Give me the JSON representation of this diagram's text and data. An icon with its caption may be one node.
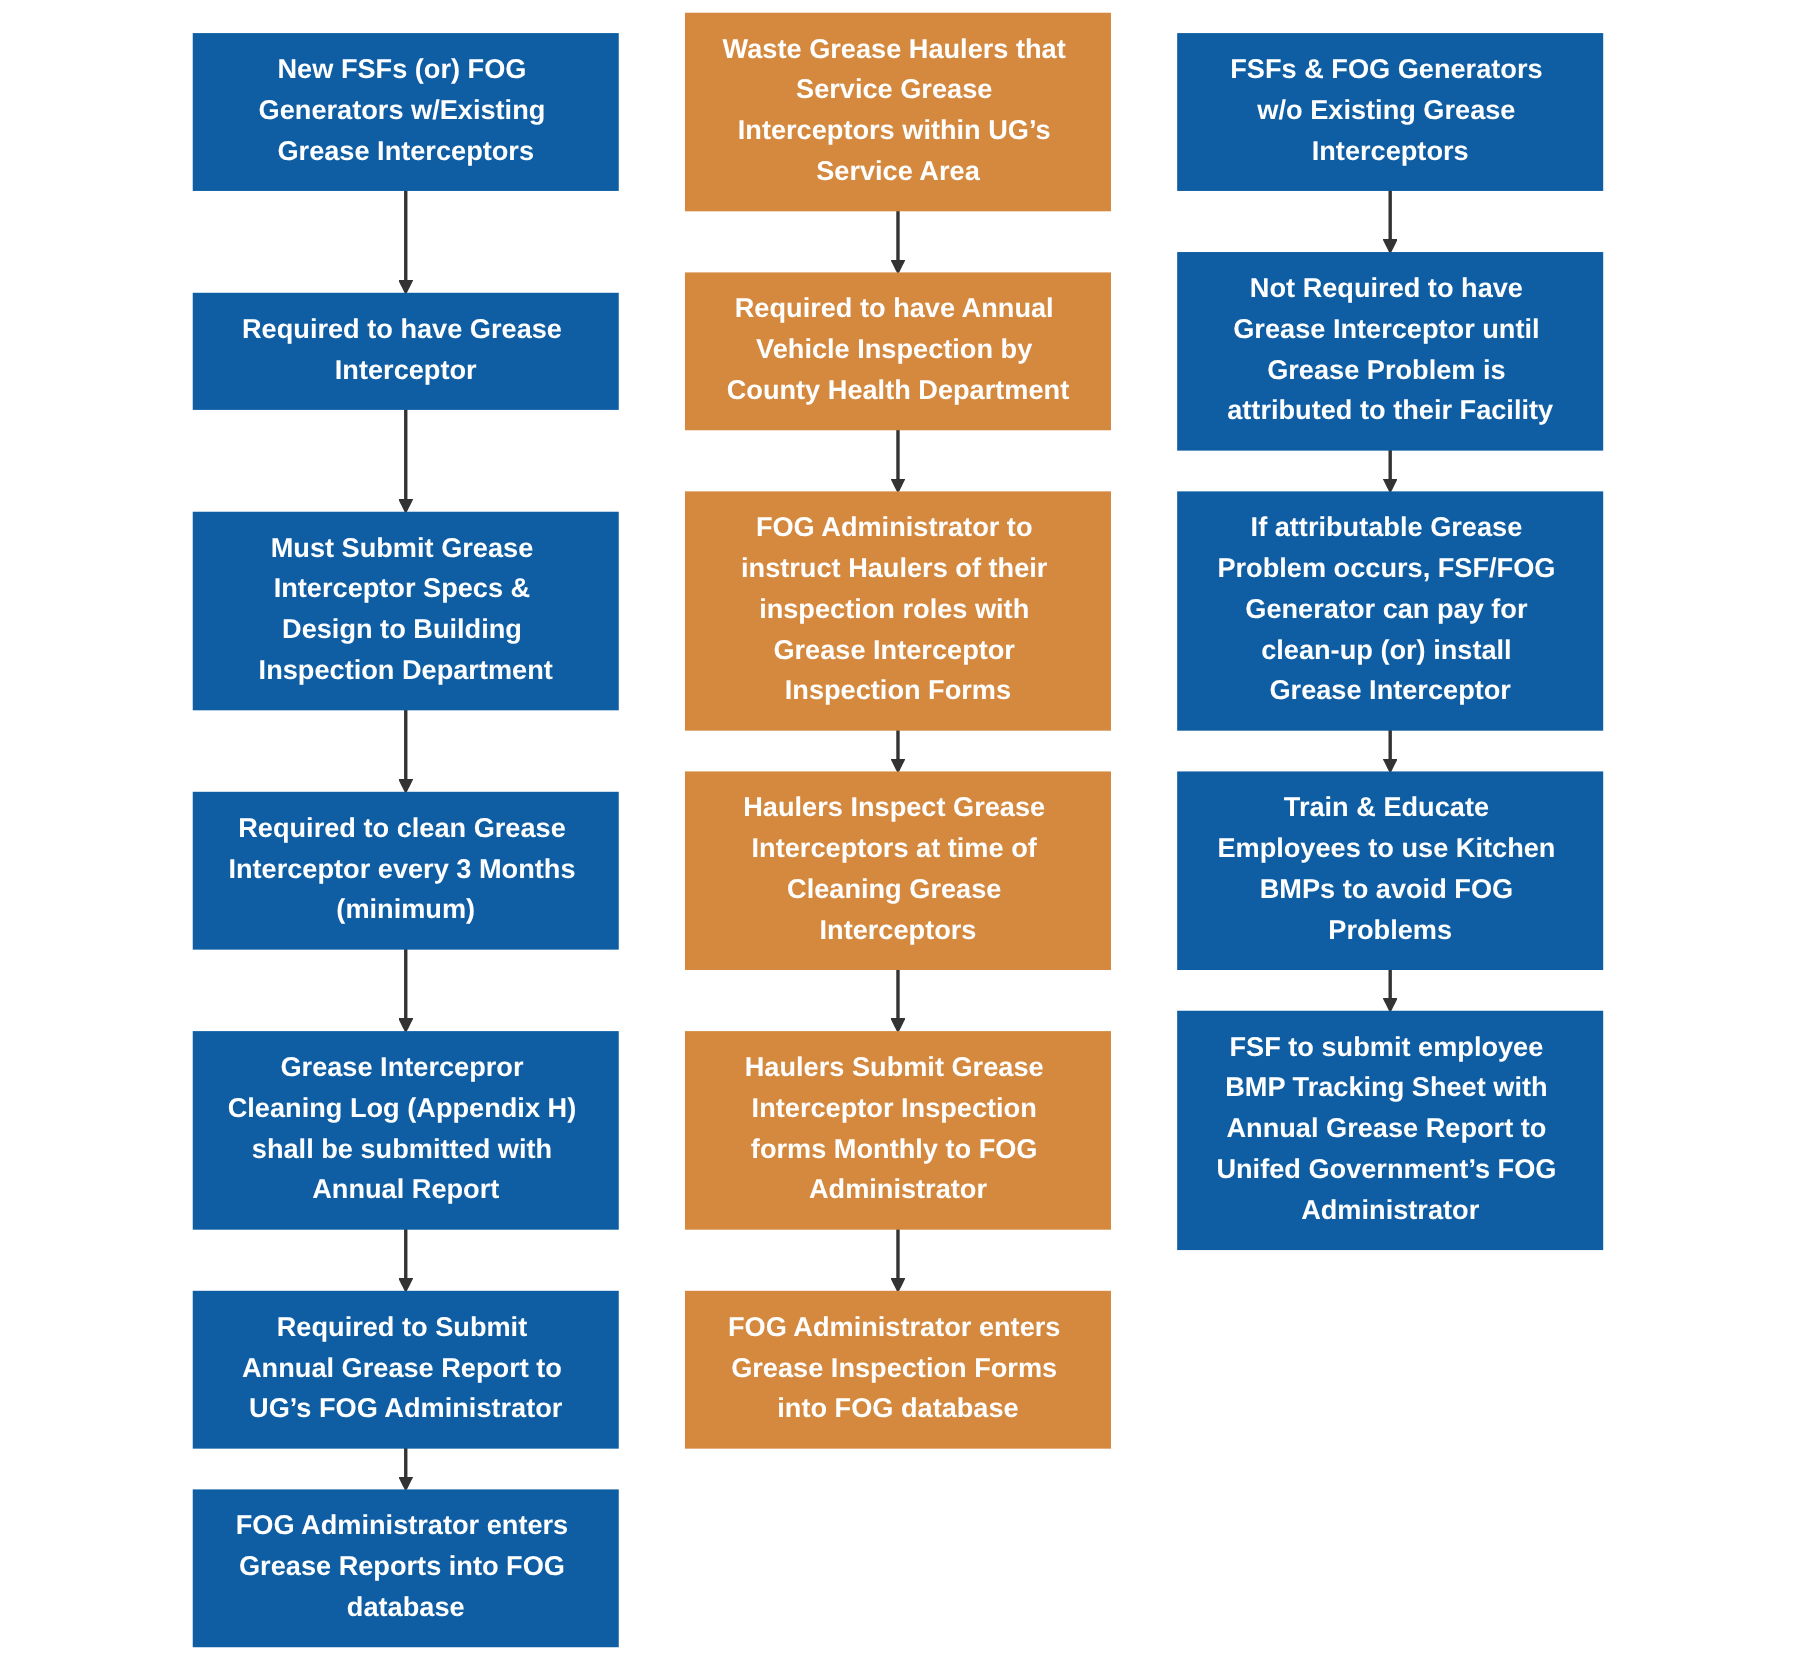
{
  "diagram": {
    "nodes": [
      {
        "text": [
          "New FSFs (or) FOG Generators w/Existing Grease Interceptors"
        ]
      },
      {
        "text": [
          "Required to have Grease Interceptor"
        ]
      },
      {
        "text": [
          "Must Submit Grease Interceptor Specs & Design to Building Inspection Department"
        ]
      },
      {
        "text": [
          "Required to clean Grease Interceptor every 3 Months (minimum)"
        ]
      },
      {
        "text": [
          "Grease Intercepror Cleaning Log (Appendix H) shall be submitted with Annual Report"
        ]
      },
      {
        "text": [
          "Required to Submit Annual Grease Report to UG’s FOG Administrator"
        ]
      },
      {
        "text": [
          "FOG Administrator enters Grease Reports into FOG database"
        ]
      },
      {
        "text": [
          "Waste Grease Haulers that Service Grease Interceptors within UG’s Service Area"
        ]
      },
      {
        "text": [
          "Required to have Annual Vehicle Inspection by County Health Department"
        ]
      },
      {
        "text": [
          "FOG Administrator to instruct Haulers of their inspection roles with Grease Interceptor Inspection Forms"
        ]
      },
      {
        "text": [
          "Haulers Inspect Grease Interceptors at time of Cleaning Grease Interceptors"
        ]
      },
      {
        "text": [
          "Haulers Submit Grease Interceptor Inspection forms Monthly to FOG Administrator"
        ]
      },
      {
        "text": [
          "FOG Administrator enters Grease Inspection Forms into FOG database"
        ]
      },
      {
        "text": [
          "FSFs & FOG Generators w/o Existing Grease Interceptors"
        ]
      },
      {
        "text": [
          "Not Required to have Grease Interceptor until Grease Problem is attributed to their Facility"
        ]
      },
      {
        "text": [
          "If attributable Grease Problem occurs, FSF/FOG Generator can pay for clean-up (or) install Grease Interceptor"
        ]
      },
      {
        "text": [
          "Train & Educate Employees to use Kitchen BMPs to avoid FOG Problems"
        ]
      },
      {
        "text": [
          "FSF to submit employee BMP Tracking Sheet with Annual Grease Report to Unifed Government’s FOG Administrator"
        ]
      }
    ],
    "edges": [
      {
        "from": 0,
        "to": 1,
        "arrow": "to"
      },
      {
        "from": 1,
        "to": 2,
        "arrow": "to"
      },
      {
        "from": 2,
        "to": 3,
        "arrow": "to"
      },
      {
        "from": 3,
        "to": 4,
        "arrow": "to"
      },
      {
        "from": 4,
        "to": 5,
        "arrow": "to"
      },
      {
        "from": 5,
        "to": 6,
        "arrow": "to"
      },
      {
        "from": 7,
        "to": 8,
        "arrow": "to"
      },
      {
        "from": 8,
        "to": 9,
        "arrow": "to"
      },
      {
        "from": 9,
        "to": 10,
        "arrow": "to"
      },
      {
        "from": 10,
        "to": 11,
        "arrow": "to"
      },
      {
        "from": 11,
        "to": 12,
        "arrow": "to"
      },
      {
        "from": 13,
        "to": 14,
        "arrow": "to"
      },
      {
        "from": 14,
        "to": 15,
        "arrow": "to"
      },
      {
        "from": 15,
        "to": 16,
        "arrow": "to"
      },
      {
        "from": 16,
        "to": 17,
        "arrow": "to"
      }
    ]
  }
}
